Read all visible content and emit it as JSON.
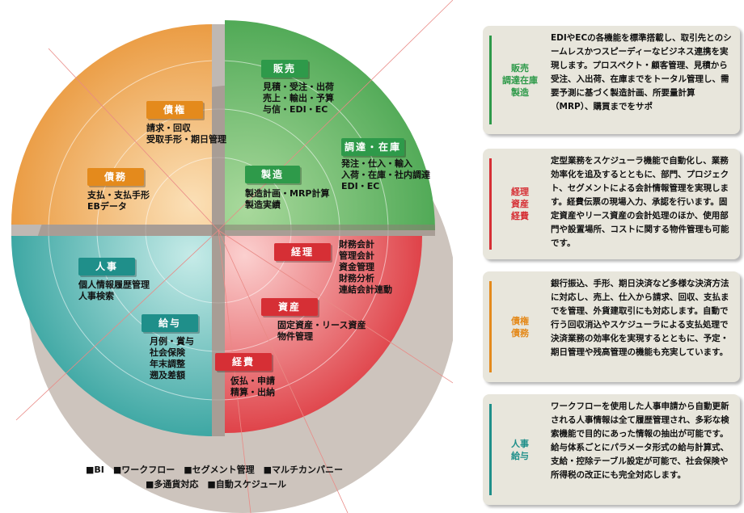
{
  "wheel": {
    "sectors": {
      "sales": {
        "color": "#5fb85a",
        "title": "販売",
        "items": "見積・受注・出荷\n売上・輸出・予算\n与信・EDI・EC"
      },
      "procurement": {
        "color": "#5fb85a",
        "title": "調達・在庫",
        "items": "発注・仕入・輸入\n入荷・在庫・社内調達\nEDI・EC"
      },
      "manufacturing": {
        "color": "#5fb85a",
        "title": "製造",
        "items": "製造計画・MRP計算\n製造実績"
      },
      "receivables": {
        "color": "#efa546",
        "title": "債権",
        "items": "請求・回収\n受取手形・期日管理"
      },
      "payables": {
        "color": "#efa546",
        "title": "債務",
        "items": "支払・支払手形\nEBデータ"
      },
      "hr": {
        "color": "#3fb0ac",
        "title": "人事",
        "items": "個人情報履歴管理\n人事検索"
      },
      "payroll": {
        "color": "#3fb0ac",
        "title": "給与",
        "items": "月例・賞与\n社会保険\n年末調整\n遡及差額"
      },
      "accounting": {
        "color": "#e2484a",
        "title": "経理",
        "items": "財務会計\n管理会計\n資金管理\n財務分析\n連結会計連動"
      },
      "assets": {
        "color": "#e2484a",
        "title": "資産",
        "items": "固定資産・リース資産\n物件管理"
      },
      "expenses": {
        "color": "#e2484a",
        "title": "経費",
        "items": "仮払・申請\n精算・出納"
      }
    }
  },
  "legend": {
    "row1": "■BI　■ワークフロー　■セグメント管理　■マルチカンパニー",
    "row2": "■多通貨対応　■自動スケジュール"
  },
  "panels": [
    {
      "category": "販売\n調達在庫\n製造",
      "color": "#2e9a4a",
      "text": "EDIやECの各機能を標準搭載し、取引先とのシームレスかつスピーディーなビジネス連携を実現します。プロスペクト・顧客管理、見積から受注、入出荷、在庫までをトータル管理し、需要予測に基づく製造計画、所要量計算（MRP）、購買までをサポ"
    },
    {
      "category": "経理\n資産\n経費",
      "color": "#d62f35",
      "text": "定型業務をスケジューラ機能で自動化し、業務効率化を追及するとともに、部門、プロジェクト、セグメントによる会計情報管理を実現します。経費伝票の現場入力、承認を行います。固定資産やリース資産の会計処理のほか、使用部門や設置場所、コストに関する物件管理も可能です。"
    },
    {
      "category": "債権\n債務",
      "color": "#e48a1c",
      "text": "銀行振込、手形、期日決済など多様な決済方法に対応し、売上、仕入から請求、回収、支払までを管理、外貨建取引にも対応します。自動で行う回収消込やスケジューラによる支払処理で決済業務の効率化を実現するとともに、予定・期日管理や残高管理の機能も充実しています。"
    },
    {
      "category": "人事\n給与",
      "color": "#1f8f8a",
      "text": "ワークフローを使用した人事申請から自動更新される人事情報は全て履歴管理され、多彩な検索機能で目的にあった情報の抽出が可能です。給与体系ごとにパラメータ形式の給与計算式、支給・控除テーブル設定が可能で、社会保険や所得税の改正にも完全対応します。"
    }
  ]
}
